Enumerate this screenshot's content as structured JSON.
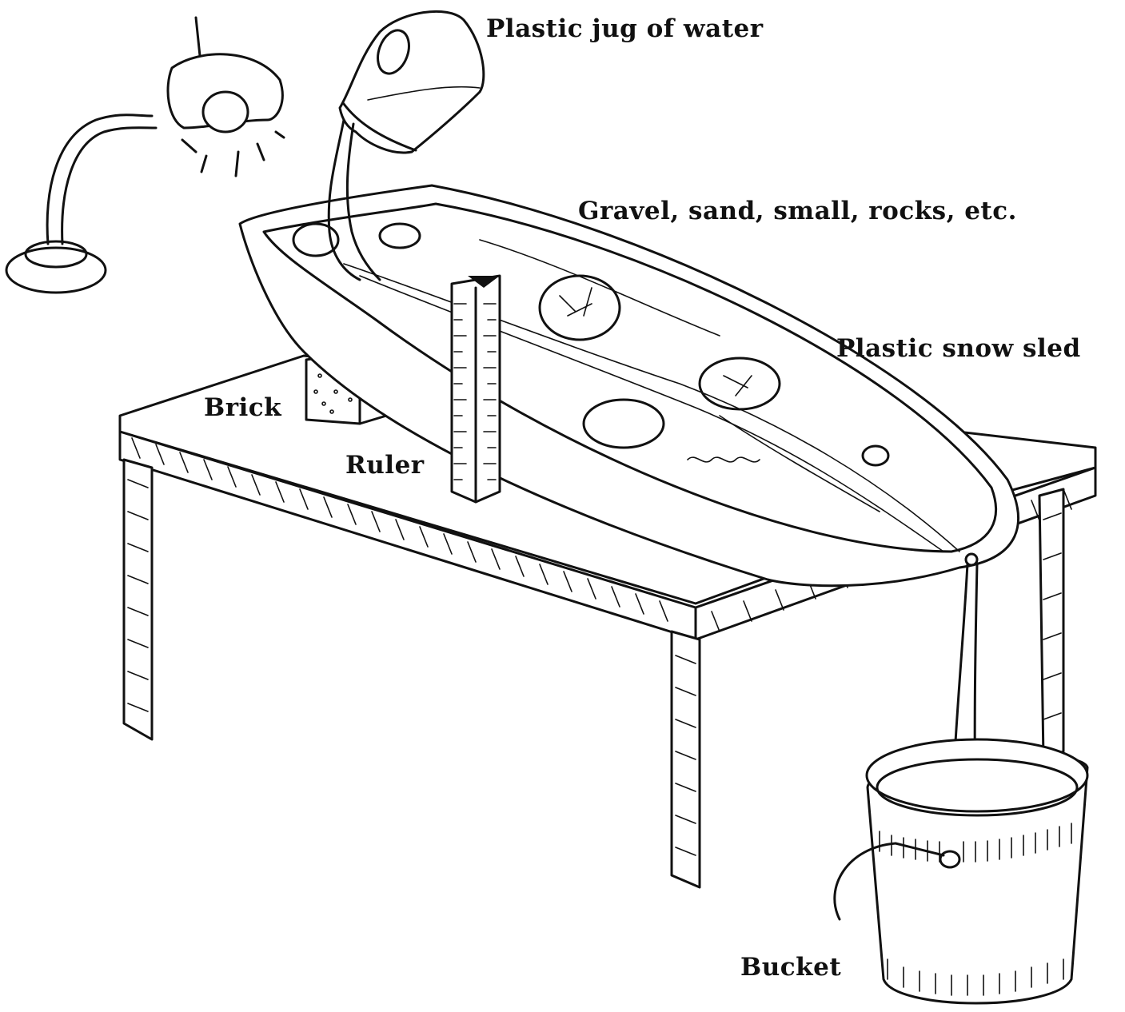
{
  "labels": {
    "jug": "Plastic jug of water",
    "gravel": "Gravel, sand, small, rocks, etc.",
    "sled": "Plastic snow sled",
    "brick": "Brick",
    "ruler": "Ruler",
    "bucket": "Bucket"
  },
  "colors": {
    "ink": "#111111",
    "background": "#ffffff"
  }
}
